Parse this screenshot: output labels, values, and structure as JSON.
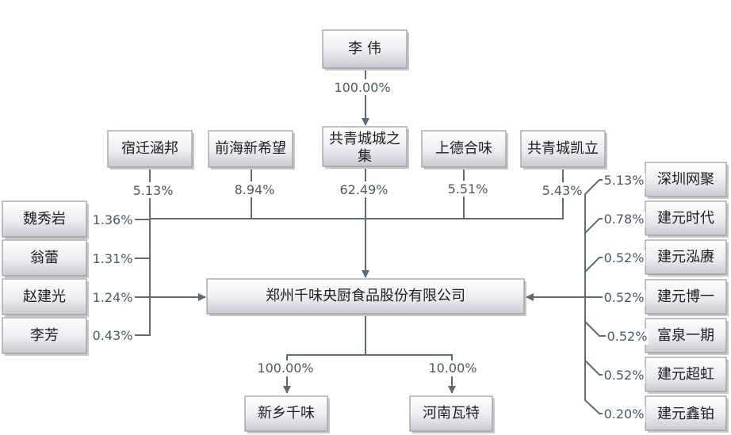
{
  "nodes": {
    "root": "李 伟",
    "mid": "共青城城之集",
    "sq": "宿迁涵邦",
    "qh": "前海新希望",
    "sd": "上德合味",
    "kl": "共青城凯立",
    "wxy": "魏秀岩",
    "wl": "翁蕾",
    "zjg": "赵建光",
    "lf": "李芳",
    "company": "郑州千味央厨食品股份有限公司",
    "xx": "新乡千味",
    "hn": "河南瓦特",
    "szwj": "深圳网聚",
    "jysd": "建元时代",
    "jyhg": "建元泓赓",
    "jyby": "建元博一",
    "fqyq": "富泉一期",
    "jych": "建元超虹",
    "jyxb": "建元鑫铂"
  },
  "percents": {
    "root_mid": "100.00%",
    "sq": "5.13%",
    "qh": "8.94%",
    "mid": "62.49%",
    "sd": "5.51%",
    "kl": "5.43%",
    "wxy": "1.36%",
    "wl": "1.31%",
    "zjg": "1.24%",
    "lf": "0.43%",
    "xx": "100.00%",
    "hn": "10.00%",
    "szwj": "5.13%",
    "jysd": "0.78%",
    "jyhg": "0.52%",
    "jyby": "0.52%",
    "fqyq": "0.52%",
    "jych": "0.52%",
    "jyxb": "0.20%"
  }
}
